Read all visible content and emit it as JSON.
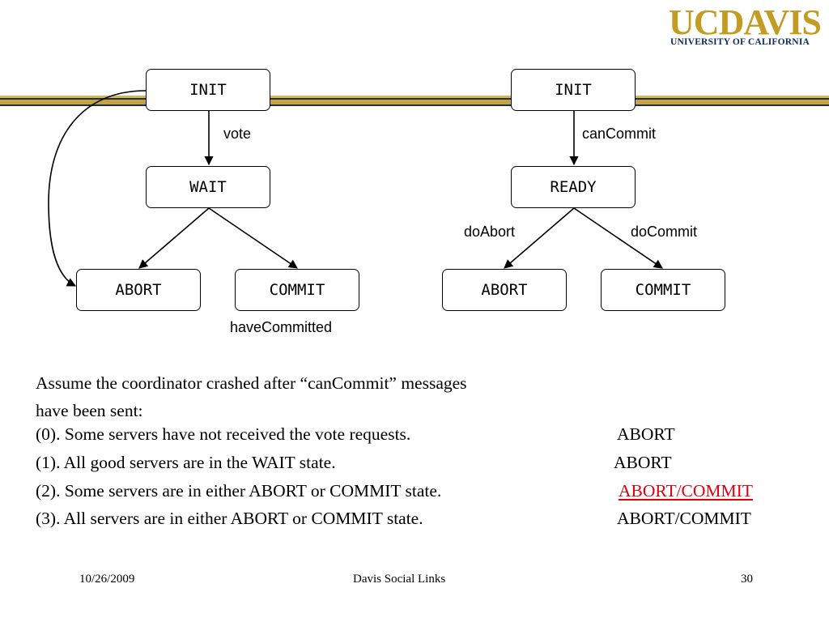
{
  "logo": {
    "uc": "UC",
    "davis": "DAVIS",
    "subtitle": "UNIVERSITY OF CALIFORNIA"
  },
  "diagram_left": {
    "states": {
      "init": "INIT",
      "wait": "WAIT",
      "abort": "ABORT",
      "commit": "COMMIT"
    },
    "edges": {
      "vote": "vote",
      "have_committed": "haveCommitted"
    }
  },
  "diagram_right": {
    "states": {
      "init": "INIT",
      "ready": "READY",
      "abort": "ABORT",
      "commit": "COMMIT"
    },
    "edges": {
      "can_commit": "canCommit",
      "do_abort": "doAbort",
      "do_commit": "doCommit"
    }
  },
  "body": {
    "intro_line1": "Assume the coordinator crashed after “canCommit” messages",
    "intro_line2": "have been sent:",
    "cases": [
      {
        "text": "(0). Some servers have not received the vote requests.",
        "result": "ABORT"
      },
      {
        "text": "(1). All good servers are in the WAIT state.",
        "result": "ABORT"
      },
      {
        "text": "(2). Some servers are in either ABORT or COMMIT state.",
        "result": "ABORT/COMMIT"
      },
      {
        "text": "(3). All servers are in either ABORT or COMMIT state.",
        "result": "ABORT/COMMIT"
      }
    ],
    "highlight_color": "#E0000F"
  },
  "footer": {
    "date": "10/26/2009",
    "title": "Davis Social Links",
    "page": "30"
  }
}
